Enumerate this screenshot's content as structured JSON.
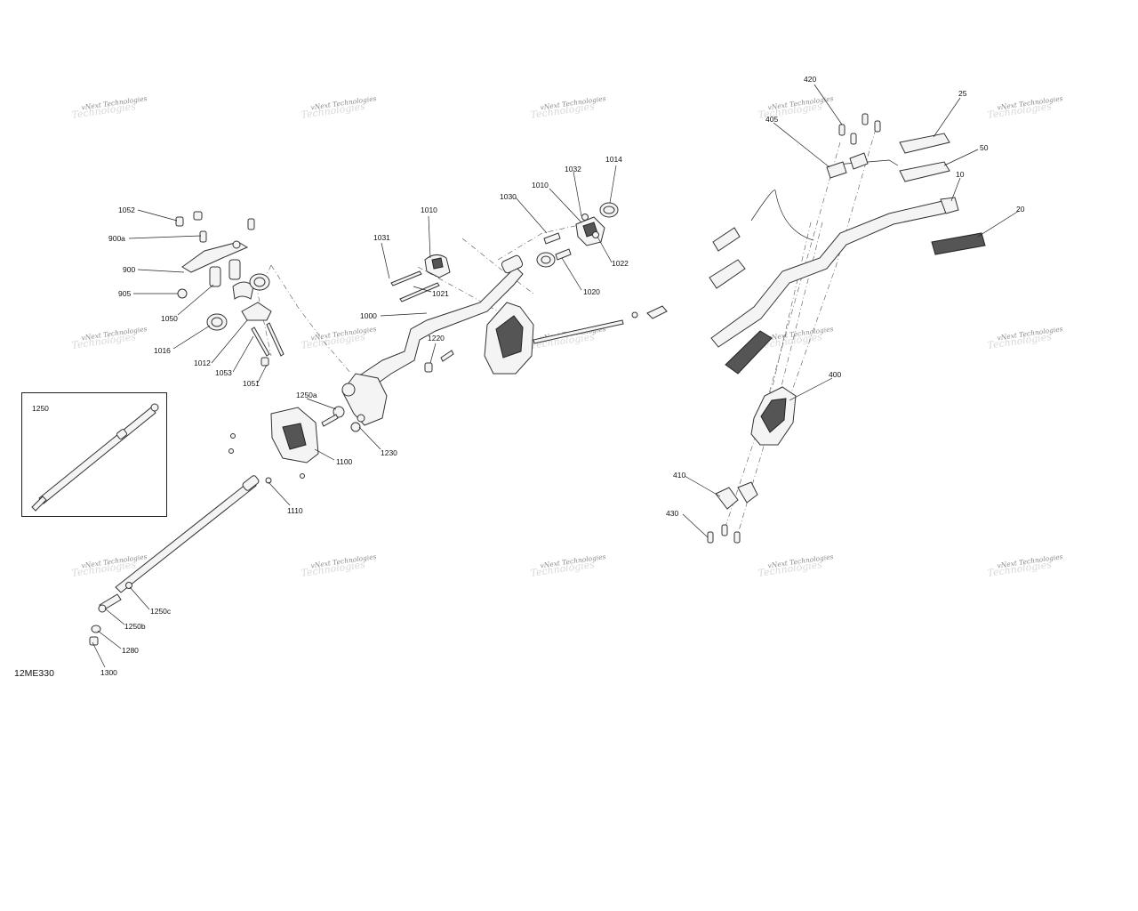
{
  "diagram_code": "12ME330",
  "watermark": {
    "line1": "vNext Technologies",
    "line2": "Technologies"
  },
  "inset": {
    "label": "1250"
  },
  "callouts": [
    {
      "id": "c1052",
      "text": "1052"
    },
    {
      "id": "c900a",
      "text": "900a"
    },
    {
      "id": "c900",
      "text": "900"
    },
    {
      "id": "c905",
      "text": "905"
    },
    {
      "id": "c1050",
      "text": "1050"
    },
    {
      "id": "c1016",
      "text": "1016"
    },
    {
      "id": "c1012",
      "text": "1012"
    },
    {
      "id": "c1053",
      "text": "1053"
    },
    {
      "id": "c1051",
      "text": "1051"
    },
    {
      "id": "c1031",
      "text": "1031"
    },
    {
      "id": "c1010a",
      "text": "1010"
    },
    {
      "id": "c1021",
      "text": "1021"
    },
    {
      "id": "c1000",
      "text": "1000"
    },
    {
      "id": "c1030",
      "text": "1030"
    },
    {
      "id": "c1010b",
      "text": "1010"
    },
    {
      "id": "c1032",
      "text": "1032"
    },
    {
      "id": "c1014",
      "text": "1014"
    },
    {
      "id": "c1022",
      "text": "1022"
    },
    {
      "id": "c1020",
      "text": "1020"
    },
    {
      "id": "c1220",
      "text": "1220"
    },
    {
      "id": "c1250a",
      "text": "1250a"
    },
    {
      "id": "c1230",
      "text": "1230"
    },
    {
      "id": "c1100",
      "text": "1100"
    },
    {
      "id": "c1110",
      "text": "1110"
    },
    {
      "id": "c1250c",
      "text": "1250c"
    },
    {
      "id": "c1250b",
      "text": "1250b"
    },
    {
      "id": "c1280",
      "text": "1280"
    },
    {
      "id": "c1300",
      "text": "1300"
    },
    {
      "id": "c420",
      "text": "420"
    },
    {
      "id": "c405",
      "text": "405"
    },
    {
      "id": "c25",
      "text": "25"
    },
    {
      "id": "c50",
      "text": "50"
    },
    {
      "id": "c10",
      "text": "10"
    },
    {
      "id": "c20",
      "text": "20"
    },
    {
      "id": "c400",
      "text": "400"
    },
    {
      "id": "c410",
      "text": "410"
    },
    {
      "id": "c430",
      "text": "430"
    }
  ]
}
